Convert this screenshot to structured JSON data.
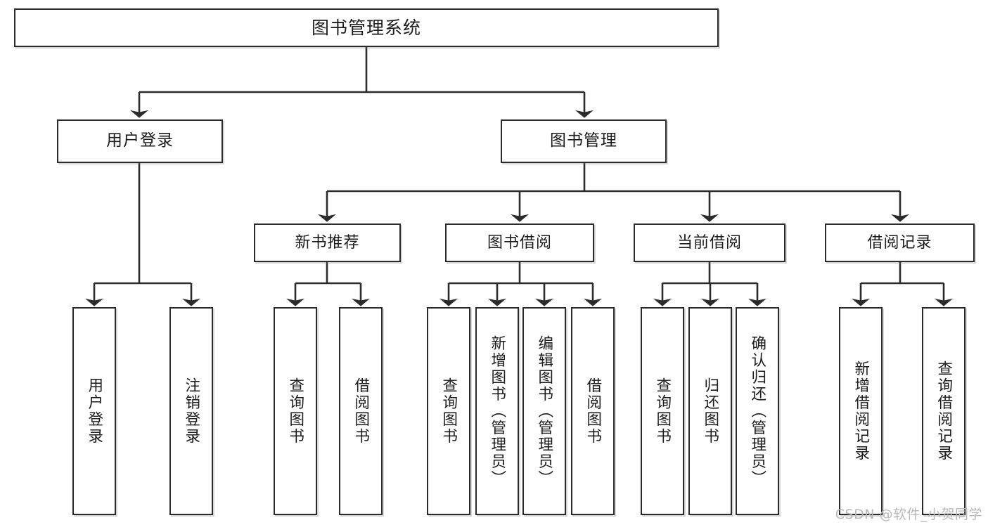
{
  "diagram": {
    "type": "tree",
    "title": "图书管理系统",
    "watermark": "CSDN @软件_小贺同学",
    "colors": {
      "border": "#2b2b2b",
      "fill": "#ffffff",
      "edge": "#2b2b2b",
      "text": "#1b1b1b",
      "watermark": "#b9b9b9"
    },
    "nodes": {
      "root": {
        "label": "图书管理系统"
      },
      "level2": [
        {
          "id": "user-login",
          "label": "用户登录"
        },
        {
          "id": "book-manage",
          "label": "图书管理"
        }
      ],
      "level3": [
        {
          "id": "new-book-rec",
          "label": "新书推荐"
        },
        {
          "id": "book-borrow",
          "label": "图书借阅"
        },
        {
          "id": "current-borrow",
          "label": "当前借阅"
        },
        {
          "id": "borrow-record",
          "label": "借阅记录"
        }
      ],
      "leaves": [
        {
          "id": "leaf-user-login",
          "parent": "user-login",
          "label": "用户登录"
        },
        {
          "id": "leaf-user-logout",
          "parent": "user-login",
          "label": "注销登录"
        },
        {
          "id": "leaf-query-book-1",
          "parent": "new-book-rec",
          "label": "查询图书"
        },
        {
          "id": "leaf-borrow-book-1",
          "parent": "new-book-rec",
          "label": "借阅图书"
        },
        {
          "id": "leaf-query-book-2",
          "parent": "book-borrow",
          "label": "查询图书"
        },
        {
          "id": "leaf-add-book",
          "parent": "book-borrow",
          "label": "新增图书（管理员）"
        },
        {
          "id": "leaf-edit-book",
          "parent": "book-borrow",
          "label": "编辑图书（管理员）"
        },
        {
          "id": "leaf-borrow-book-2",
          "parent": "book-borrow",
          "label": "借阅图书"
        },
        {
          "id": "leaf-query-book-3",
          "parent": "current-borrow",
          "label": "查询图书"
        },
        {
          "id": "leaf-return-book",
          "parent": "current-borrow",
          "label": "归还图书"
        },
        {
          "id": "leaf-confirm-return",
          "parent": "current-borrow",
          "label": "确认归还（管理员）"
        },
        {
          "id": "leaf-add-record",
          "parent": "borrow-record",
          "label": "新增借阅记录"
        },
        {
          "id": "leaf-query-record",
          "parent": "borrow-record",
          "label": "查询借阅记录"
        }
      ]
    }
  }
}
